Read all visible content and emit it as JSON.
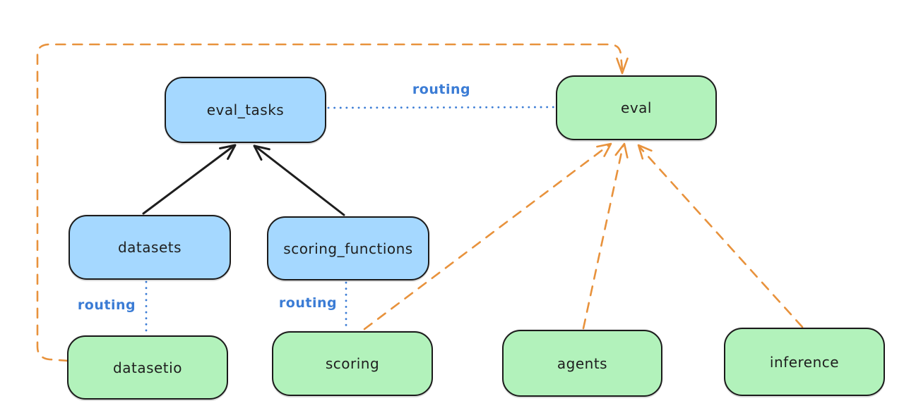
{
  "diagram": {
    "type": "architecture-graph",
    "nodes": [
      {
        "id": "eval_tasks",
        "label": "eval_tasks",
        "kind": "api",
        "fill": "#a5d8ff"
      },
      {
        "id": "eval",
        "label": "eval",
        "kind": "provider",
        "fill": "#b2f2bb"
      },
      {
        "id": "datasets",
        "label": "datasets",
        "kind": "api",
        "fill": "#a5d8ff"
      },
      {
        "id": "scoring_functions",
        "label": "scoring_functions",
        "kind": "api",
        "fill": "#a5d8ff"
      },
      {
        "id": "datasetio",
        "label": "datasetio",
        "kind": "provider",
        "fill": "#b2f2bb"
      },
      {
        "id": "scoring",
        "label": "scoring",
        "kind": "provider",
        "fill": "#b2f2bb"
      },
      {
        "id": "agents",
        "label": "agents",
        "kind": "provider",
        "fill": "#b2f2bb"
      },
      {
        "id": "inference",
        "label": "inference",
        "kind": "provider",
        "fill": "#b2f2bb"
      }
    ],
    "edges": [
      {
        "from": "datasets",
        "to": "eval_tasks",
        "style": "solid-black-arrow",
        "label": ""
      },
      {
        "from": "scoring_functions",
        "to": "eval_tasks",
        "style": "solid-black-arrow",
        "label": ""
      },
      {
        "from": "eval_tasks",
        "to": "eval",
        "style": "dotted-blue",
        "label": "routing"
      },
      {
        "from": "datasets",
        "to": "datasetio",
        "style": "dotted-blue",
        "label": "routing"
      },
      {
        "from": "scoring_functions",
        "to": "scoring",
        "style": "dotted-blue",
        "label": "routing"
      },
      {
        "from": "datasetio",
        "to": "eval",
        "style": "dashed-orange-arrow",
        "label": ""
      },
      {
        "from": "scoring",
        "to": "eval",
        "style": "dashed-orange-arrow",
        "label": ""
      },
      {
        "from": "agents",
        "to": "eval",
        "style": "dashed-orange-arrow",
        "label": ""
      },
      {
        "from": "inference",
        "to": "eval",
        "style": "dashed-orange-arrow",
        "label": ""
      }
    ],
    "colors": {
      "node_blue": "#a5d8ff",
      "node_green": "#b2f2bb",
      "stroke_black": "#1e1e1e",
      "routing_blue": "#3b7cd5",
      "dashed_orange": "#e8923c",
      "background": "#ffffff"
    }
  }
}
